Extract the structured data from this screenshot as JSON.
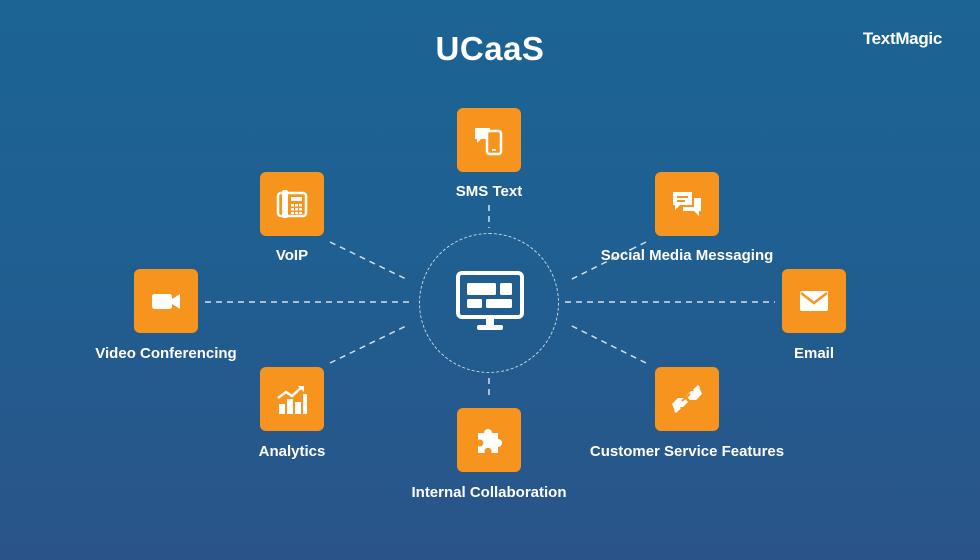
{
  "title": "UCaaS",
  "logo": "TextMagic",
  "colors": {
    "tile": "#f7941e",
    "background": "#1d6192",
    "line": "#ffffff"
  },
  "center": {
    "icon": "monitor-icon"
  },
  "nodes": [
    {
      "id": "sms",
      "label": "SMS Text",
      "icon": "mobile-chat-icon"
    },
    {
      "id": "voip",
      "label": "VoIP",
      "icon": "desk-phone-icon"
    },
    {
      "id": "social",
      "label": "Social Media Messaging",
      "icon": "chat-bubbles-icon"
    },
    {
      "id": "video",
      "label": "Video Conferencing",
      "icon": "video-camera-icon"
    },
    {
      "id": "email",
      "label": "Email",
      "icon": "envelope-icon"
    },
    {
      "id": "analytics",
      "label": "Analytics",
      "icon": "bar-chart-icon"
    },
    {
      "id": "support",
      "label": "Customer Service Features",
      "icon": "handshake-icon"
    },
    {
      "id": "collab",
      "label": "Internal Collaboration",
      "icon": "puzzle-piece-icon"
    }
  ]
}
